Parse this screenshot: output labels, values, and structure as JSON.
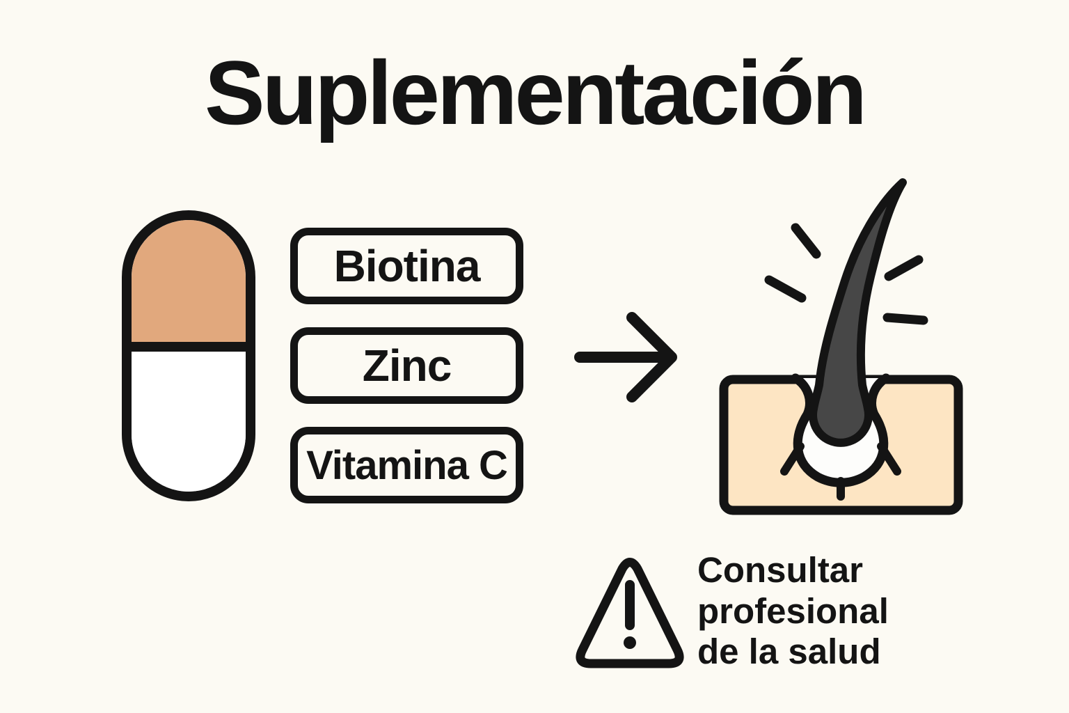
{
  "title": "Suplementación",
  "supplements": {
    "items": [
      {
        "label": "Biotina"
      },
      {
        "label": "Zinc"
      },
      {
        "label": "Vitamina C"
      }
    ]
  },
  "warning": {
    "lines": [
      "Consultar",
      "profesional",
      "de la salud"
    ]
  },
  "icons": {
    "capsule": "capsule-pill-icon",
    "arrow": "arrow-right-icon",
    "hair_follicle": "hair-follicle-icon",
    "warning": "warning-triangle-icon"
  },
  "colors": {
    "background": "#FCFAF3",
    "ink": "#141414",
    "capsule_top": "#E1A87D",
    "capsule_bottom": "#FFFFFF",
    "skin": "#FDE5C3",
    "hair": "#474747",
    "follicle_pocket": "#FDFDFB"
  }
}
